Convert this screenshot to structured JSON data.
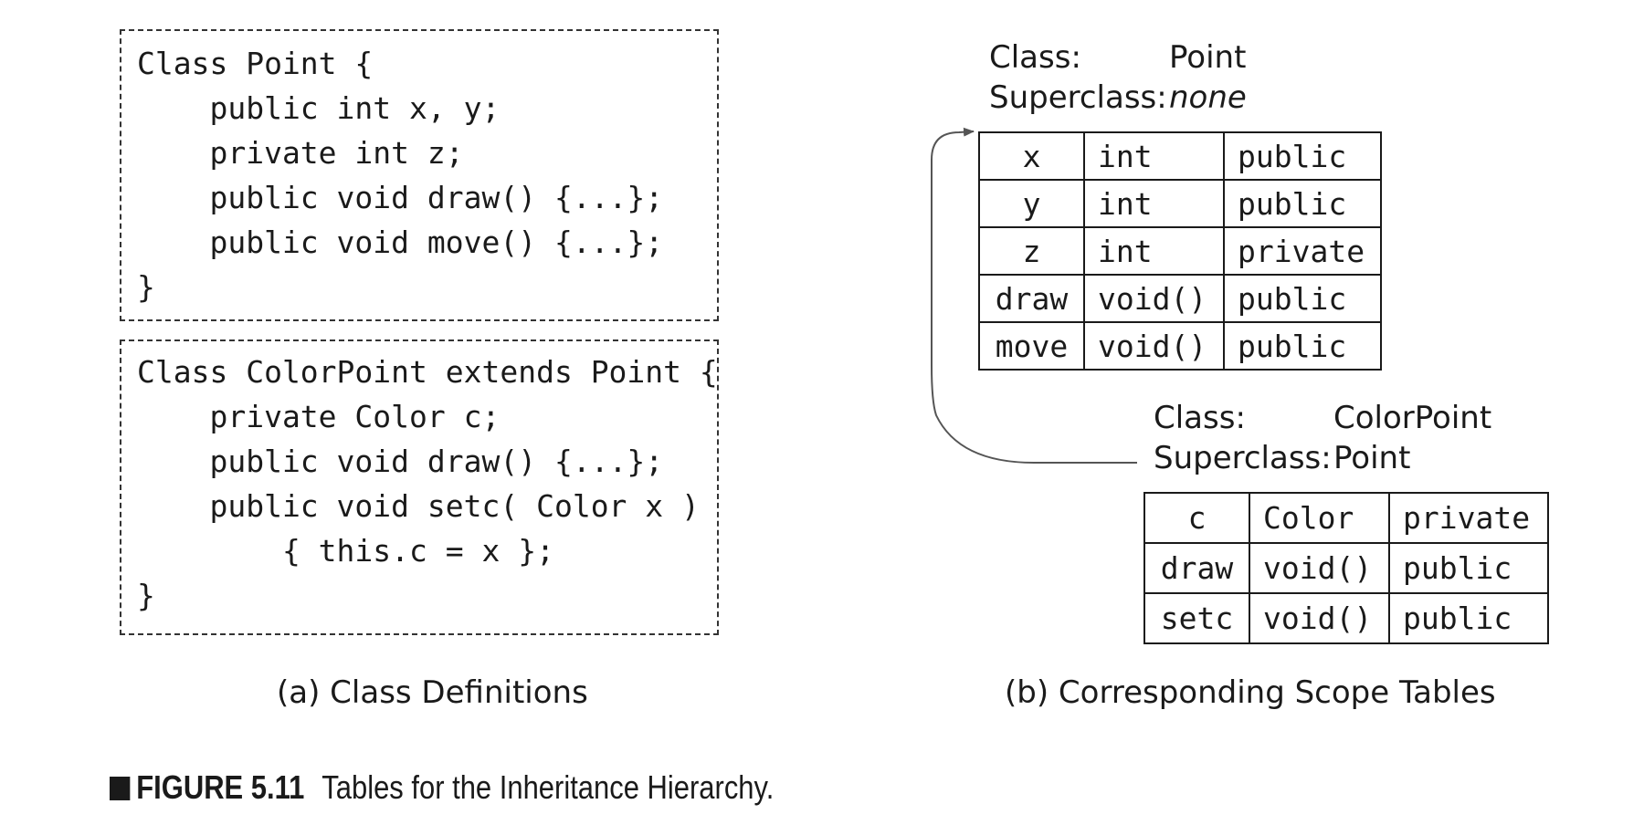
{
  "code_point": [
    "Class Point {",
    "    public int x, y;",
    "    private int z;",
    "    public void draw() {...};",
    "    public void move() {...};",
    "}"
  ],
  "code_colorpoint": [
    "Class ColorPoint extends Point {",
    "    private Color c;",
    "    public void draw() {...};",
    "    public void setc( Color x )",
    "        { this.c = x };",
    "}"
  ],
  "point_table": {
    "class_label": "Class:",
    "class_value": "Point",
    "superclass_label": "Superclass:",
    "superclass_value": "none",
    "rows": [
      [
        "x",
        "int",
        "public"
      ],
      [
        "y",
        "int",
        "public"
      ],
      [
        "z",
        "int",
        "private"
      ],
      [
        "draw",
        "void()",
        "public"
      ],
      [
        "move",
        "void()",
        "public"
      ]
    ]
  },
  "colorpoint_table": {
    "class_label": "Class:",
    "class_value": "ColorPoint",
    "superclass_label": "Superclass:",
    "superclass_value": "Point",
    "rows": [
      [
        "c",
        "Color",
        "private"
      ],
      [
        "draw",
        "void()",
        "public"
      ],
      [
        "setc",
        "void()",
        "public"
      ]
    ]
  },
  "captions": {
    "a": "(a) Class Definitions",
    "b": "(b) Corresponding Scope Tables"
  },
  "figure": {
    "number": "FIGURE 5.11",
    "title": "Tables for the Inheritance Hierarchy."
  }
}
